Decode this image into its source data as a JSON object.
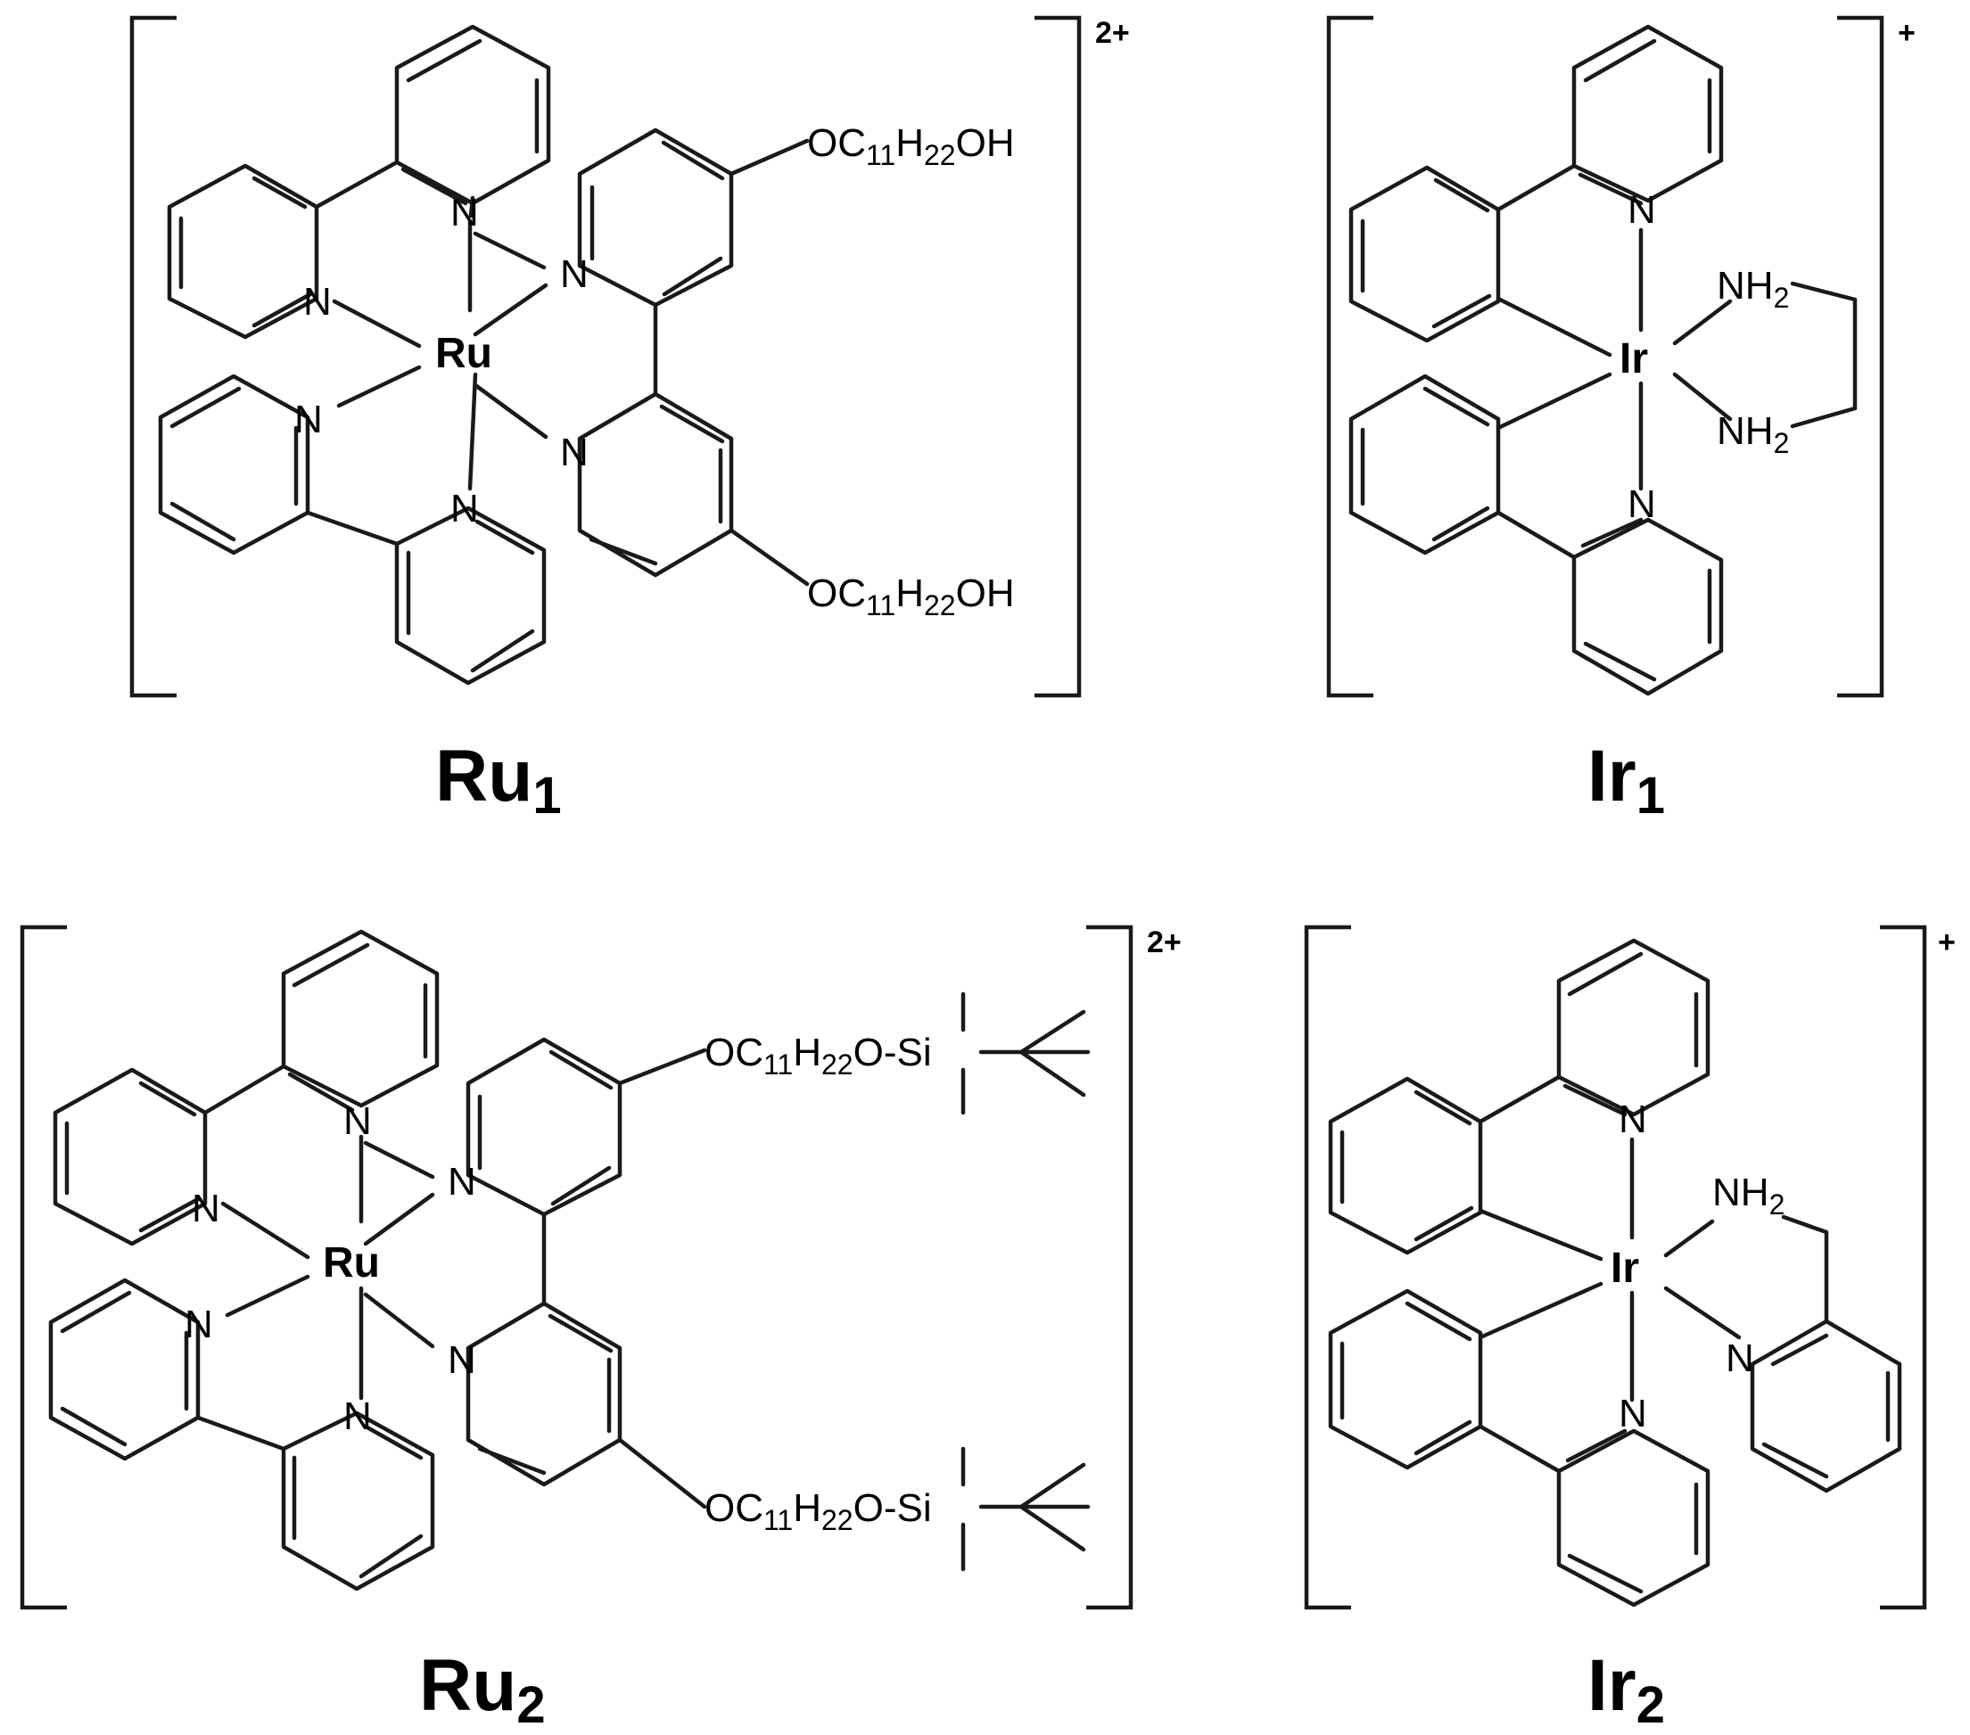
{
  "colors": {
    "metal": "#e41a1c",
    "ink": "#1a1a1a"
  },
  "atoms": {
    "N": "N",
    "Ru": "Ru",
    "Ir": "Ir",
    "NH": "NH",
    "H2": "2"
  },
  "substituents": {
    "o": "OC",
    "n11": "11",
    "h": "H",
    "n22": "22",
    "oh": "OH",
    "o_si": "O-Si"
  },
  "compounds": [
    {
      "name": "Ru",
      "sub": "1",
      "charge": "2+"
    },
    {
      "name": "Ir",
      "sub": "1",
      "charge": "+"
    },
    {
      "name": "Ru",
      "sub": "2",
      "charge": "2+"
    },
    {
      "name": "Ir",
      "sub": "2",
      "charge": "+"
    }
  ]
}
